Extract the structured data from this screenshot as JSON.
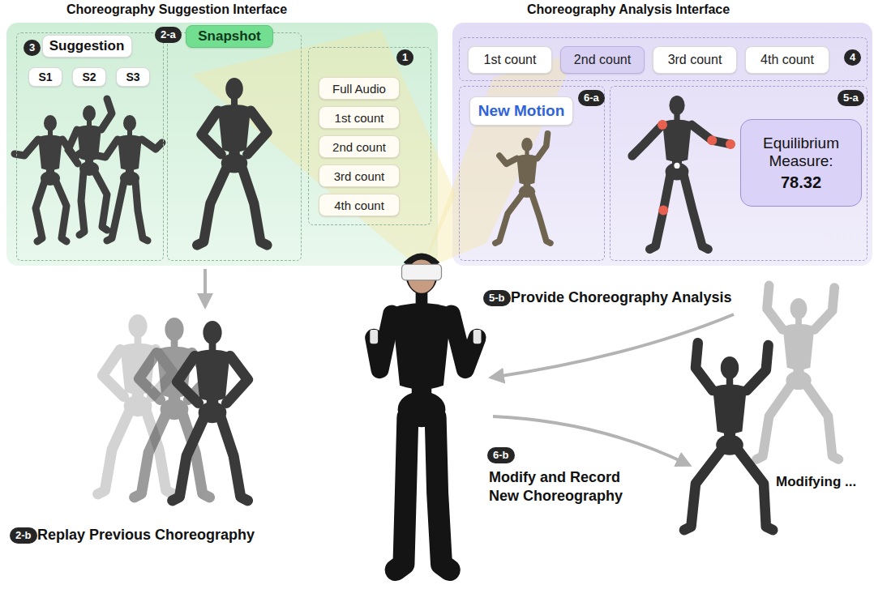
{
  "diagram": {
    "nodes": [
      {
        "text": [
          "Choreography Suggestion Interface"
        ]
      },
      {
        "text": [
          "3"
        ],
        "in": 0
      },
      {
        "text": [
          "Suggestion"
        ],
        "in": 1
      },
      {
        "text": [
          "S1"
        ],
        "in": 1
      },
      {
        "text": [
          "S2"
        ],
        "in": 1
      },
      {
        "text": [
          "S3"
        ],
        "in": 1
      },
      {
        "text": [
          "2-a"
        ],
        "in": 0
      },
      {
        "text": [
          "Snapshot"
        ],
        "in": 6
      },
      {
        "text": [
          "1"
        ],
        "in": 0
      },
      {
        "text": [
          "Full Audio"
        ],
        "in": 8
      },
      {
        "text": [
          "1st count"
        ],
        "in": 8
      },
      {
        "text": [
          "2nd count"
        ],
        "in": 8
      },
      {
        "text": [
          "3rd count"
        ],
        "in": 8
      },
      {
        "text": [
          "4th count"
        ],
        "in": 8
      },
      {
        "text": [
          "Choreography Analysis Interface"
        ]
      },
      {
        "text": [
          "4"
        ],
        "in": 14
      },
      {
        "text": [
          "1st count"
        ],
        "in": 15
      },
      {
        "text": [
          "2nd count"
        ],
        "in": 15
      },
      {
        "text": [
          "3rd count"
        ],
        "in": 15
      },
      {
        "text": [
          "4th count"
        ],
        "in": 15
      },
      {
        "text": [
          "6-a"
        ],
        "in": 14
      },
      {
        "text": [
          "New Motion"
        ],
        "in": 20
      },
      {
        "text": [
          "5-a"
        ],
        "in": 14
      },
      {
        "text": [
          "Equilibrium Measure:",
          "78.32"
        ],
        "in": 22
      }
    ],
    "labels": [
      "2-b",
      "Replay Previous Choreography",
      "5-b",
      "Provide Choreography Analysis",
      "6-b",
      "Modify and Record New Choreography",
      "Modifying ..."
    ]
  }
}
